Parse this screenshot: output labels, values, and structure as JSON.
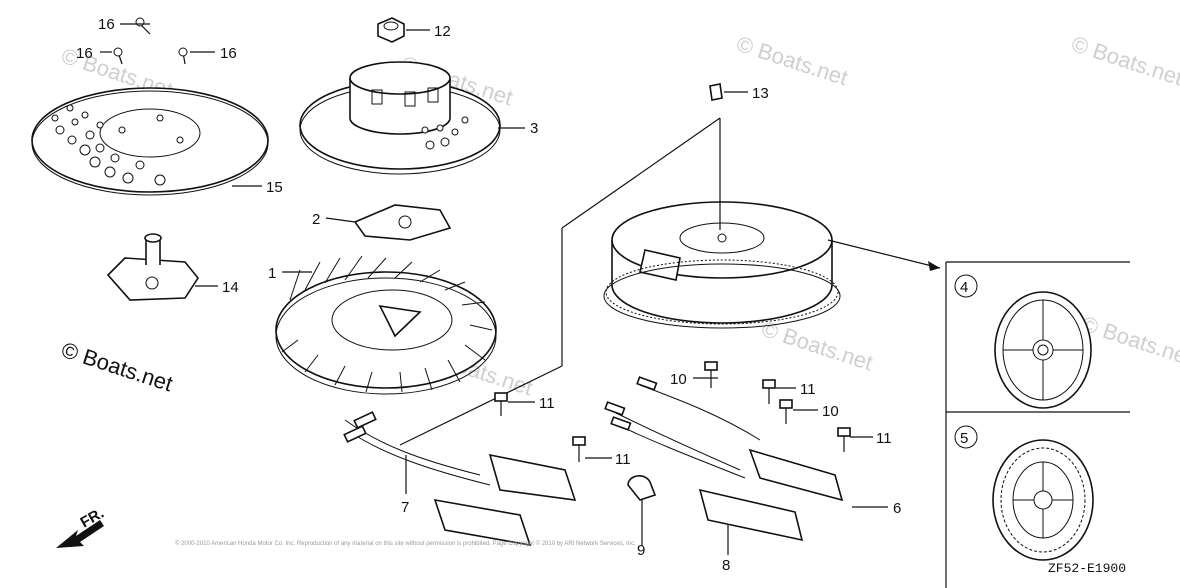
{
  "diagram": {
    "code": "ZF52-E1900",
    "watermark": "© Boats.net",
    "front_marker": "FR.",
    "copyright": "© 2000-2010 American Honda Motor Co. Inc. Reproduction of any material on this site without permission is prohibited. Page Copyright © 2010 by ARI Network Services, Inc."
  },
  "callouts": [
    {
      "id": "c1",
      "label": "1"
    },
    {
      "id": "c2",
      "label": "2"
    },
    {
      "id": "c3",
      "label": "3"
    },
    {
      "id": "c4",
      "label": "4"
    },
    {
      "id": "c5",
      "label": "5"
    },
    {
      "id": "c6",
      "label": "6"
    },
    {
      "id": "c7",
      "label": "7"
    },
    {
      "id": "c8",
      "label": "8"
    },
    {
      "id": "c9",
      "label": "9"
    },
    {
      "id": "c10a",
      "label": "10"
    },
    {
      "id": "c10b",
      "label": "10"
    },
    {
      "id": "c11a",
      "label": "11"
    },
    {
      "id": "c11b",
      "label": "11"
    },
    {
      "id": "c11c",
      "label": "11"
    },
    {
      "id": "c11d",
      "label": "11"
    },
    {
      "id": "c12",
      "label": "12"
    },
    {
      "id": "c13",
      "label": "13"
    },
    {
      "id": "c14",
      "label": "14"
    },
    {
      "id": "c15",
      "label": "15"
    },
    {
      "id": "c16a",
      "label": "16"
    },
    {
      "id": "c16b",
      "label": "16"
    },
    {
      "id": "c16c",
      "label": "16"
    }
  ]
}
